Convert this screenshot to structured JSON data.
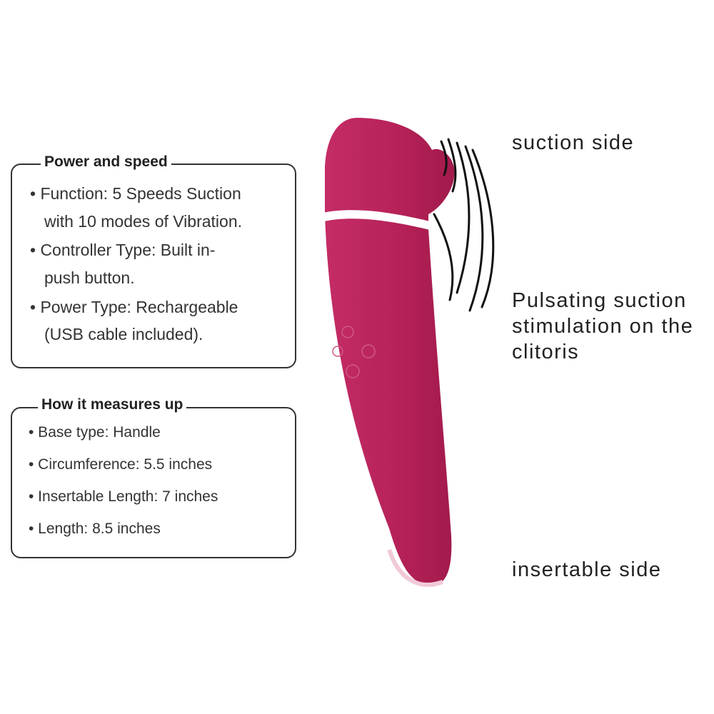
{
  "power_box": {
    "title": "Power and speed",
    "lines": [
      "• Function: 5 Speeds Suction",
      "with 10 modes of Vibration.",
      "• Controller Type: Built in-",
      "push button.",
      "• Power Type: Rechargeable",
      "(USB cable included)."
    ]
  },
  "measure_box": {
    "title": "How it measures up",
    "lines": [
      "• Base type: Handle",
      "• Circumference: 5.5 inches",
      "• Insertable Length: 7 inches",
      "• Length: 8.5 inches"
    ]
  },
  "labels": {
    "suction_side": "suction side",
    "pulsating_1": "Pulsating suction",
    "pulsating_2": "stimulation on the",
    "pulsating_3": "clitoris",
    "insertable_side": "insertable side"
  },
  "colors": {
    "product": "#b8235a",
    "band": "#ffffff"
  }
}
